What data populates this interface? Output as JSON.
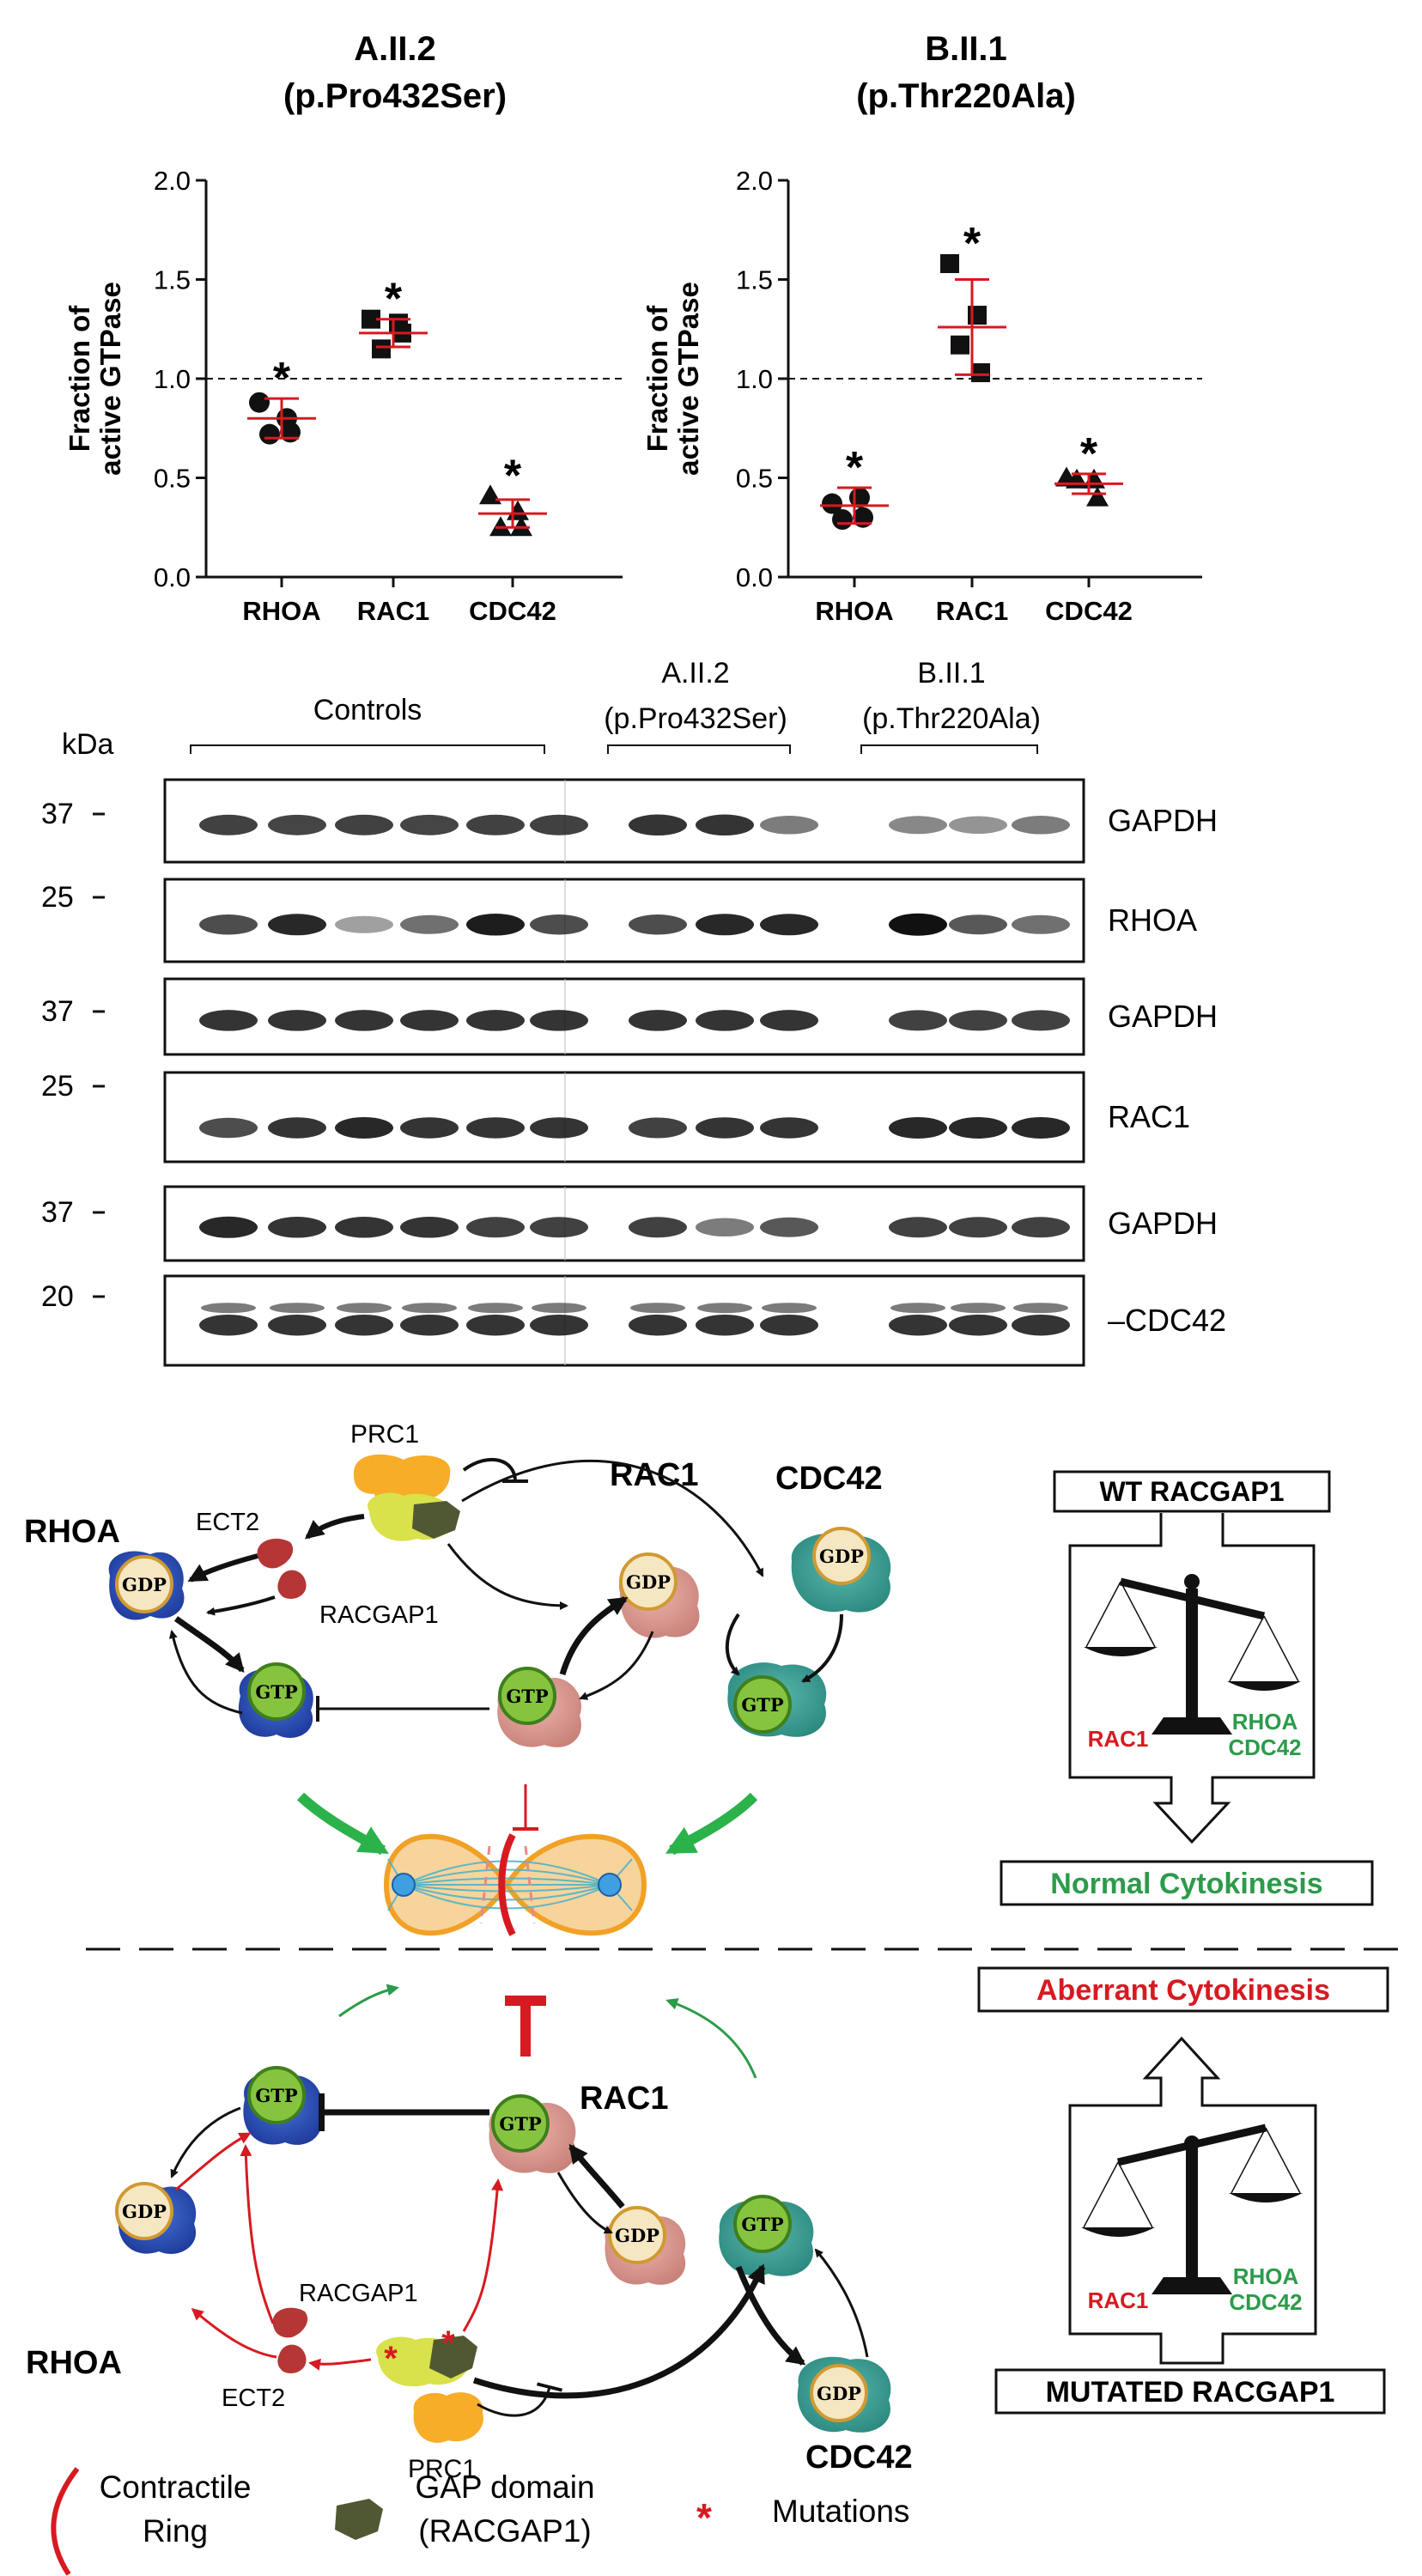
{
  "chart_data": [
    {
      "type": "scatter",
      "title": "A.II.2",
      "subtitle": "(p.Pro432Ser)",
      "ylabel_line1": "Fraction of",
      "ylabel_line2": "active GTPase",
      "ylim": [
        0,
        2.0
      ],
      "yticks": [
        "0.0",
        "0.5",
        "1.0",
        "1.5",
        "2.0"
      ],
      "reference_line": 1.0,
      "categories": [
        "RHOA",
        "RAC1",
        "CDC42"
      ],
      "markers": [
        "circle",
        "square",
        "triangle"
      ],
      "series": [
        {
          "values": [
            0.88,
            0.8,
            0.72,
            0.73
          ],
          "mean": 0.8,
          "sd": 0.1,
          "significance": "*"
        },
        {
          "values": [
            1.3,
            1.28,
            1.15,
            1.23
          ],
          "mean": 1.23,
          "sd": 0.07,
          "significance": "*"
        },
        {
          "values": [
            0.41,
            0.33,
            0.25,
            0.25
          ],
          "mean": 0.32,
          "sd": 0.07,
          "significance": "*"
        }
      ]
    },
    {
      "type": "scatter",
      "title": "B.II.1",
      "subtitle": "(p.Thr220Ala)",
      "ylabel_line1": "Fraction of",
      "ylabel_line2": "active GTPase",
      "ylim": [
        0,
        2.0
      ],
      "yticks": [
        "0.0",
        "0.5",
        "1.0",
        "1.5",
        "2.0"
      ],
      "reference_line": 1.0,
      "categories": [
        "RHOA",
        "RAC1",
        "CDC42"
      ],
      "markers": [
        "circle",
        "square",
        "triangle"
      ],
      "series": [
        {
          "values": [
            0.37,
            0.4,
            0.29,
            0.3
          ],
          "mean": 0.36,
          "sd": 0.09,
          "significance": "*"
        },
        {
          "values": [
            1.58,
            1.32,
            1.17,
            1.03
          ],
          "mean": 1.26,
          "sd": 0.24,
          "significance": "*"
        },
        {
          "values": [
            0.5,
            0.49,
            0.49,
            0.4
          ],
          "mean": 0.47,
          "sd": 0.05,
          "significance": "*"
        }
      ]
    }
  ],
  "blot": {
    "kda_label": "kDa",
    "groups": [
      {
        "line1": "Controls",
        "line2": "",
        "lanes": 6
      },
      {
        "line1": "A.II.2",
        "line2": "(p.Pro432Ser)",
        "lanes": 3
      },
      {
        "line1": "B.II.1",
        "line2": "(p.Thr220Ala)",
        "lanes": 3
      }
    ],
    "panels": [
      {
        "label": "GAPDH",
        "marker": "37",
        "intensities": [
          0.8,
          0.78,
          0.8,
          0.78,
          0.8,
          0.8,
          0.85,
          0.85,
          0.55,
          0.5,
          0.45,
          0.55
        ]
      },
      {
        "label": "RHOA",
        "marker": "25",
        "intensities": [
          0.75,
          0.9,
          0.4,
          0.6,
          0.95,
          0.75,
          0.75,
          0.9,
          0.9,
          1.0,
          0.7,
          0.6
        ]
      },
      {
        "label": "GAPDH",
        "marker": "37",
        "intensities": [
          0.85,
          0.85,
          0.85,
          0.85,
          0.85,
          0.85,
          0.85,
          0.85,
          0.85,
          0.8,
          0.8,
          0.8
        ]
      },
      {
        "label": "RAC1",
        "marker": "25",
        "intensities": [
          0.75,
          0.85,
          0.9,
          0.85,
          0.85,
          0.85,
          0.8,
          0.85,
          0.85,
          0.9,
          0.9,
          0.9
        ]
      },
      {
        "label": "GAPDH",
        "marker": "37",
        "intensities": [
          0.9,
          0.85,
          0.85,
          0.85,
          0.8,
          0.8,
          0.8,
          0.55,
          0.7,
          0.8,
          0.8,
          0.8
        ]
      },
      {
        "label": "–CDC42",
        "marker": "20",
        "intensities": [
          0.85,
          0.85,
          0.85,
          0.85,
          0.85,
          0.85,
          0.85,
          0.85,
          0.85,
          0.85,
          0.85,
          0.85
        ]
      }
    ]
  },
  "diagram": {
    "top": {
      "prc1": "PRC1",
      "ect2": "ECT2",
      "racgap1": "RACGAP1",
      "rhoa": "RHOA",
      "rac1": "RAC1",
      "cdc42": "CDC42",
      "gdp": "GDP",
      "gtp": "GTP"
    },
    "bottom": {
      "prc1": "PRC1",
      "ect2": "ECT2",
      "racgap1": "RACGAP1",
      "rhoa": "RHOA",
      "rac1": "RAC1",
      "cdc42": "CDC42",
      "gdp": "GDP",
      "gtp": "GTP"
    },
    "balance_top": {
      "title": "WT RACGAP1",
      "left": "RAC1",
      "right1": "RHOA",
      "right2": "CDC42",
      "outcome": "Normal Cytokinesis"
    },
    "balance_bottom": {
      "title": "MUTATED RACGAP1",
      "left": "RAC1",
      "right1": "RHOA",
      "right2": "CDC42",
      "outcome": "Aberrant Cytokinesis"
    },
    "legend": {
      "ring1": "Contractile",
      "ring2": "Ring",
      "gap1": "GAP domain",
      "gap2": "(RACGAP1)",
      "mut": "Mutations"
    },
    "colors": {
      "rhoa": "#2b4bb5",
      "rac1": "#d9958f",
      "cdc42": "#3a9e94",
      "gtp": "#86c440",
      "gdp": "#f6e7c3",
      "red": "#d71a21",
      "green": "#2c9b4a",
      "cell": "#f6d49c"
    }
  }
}
